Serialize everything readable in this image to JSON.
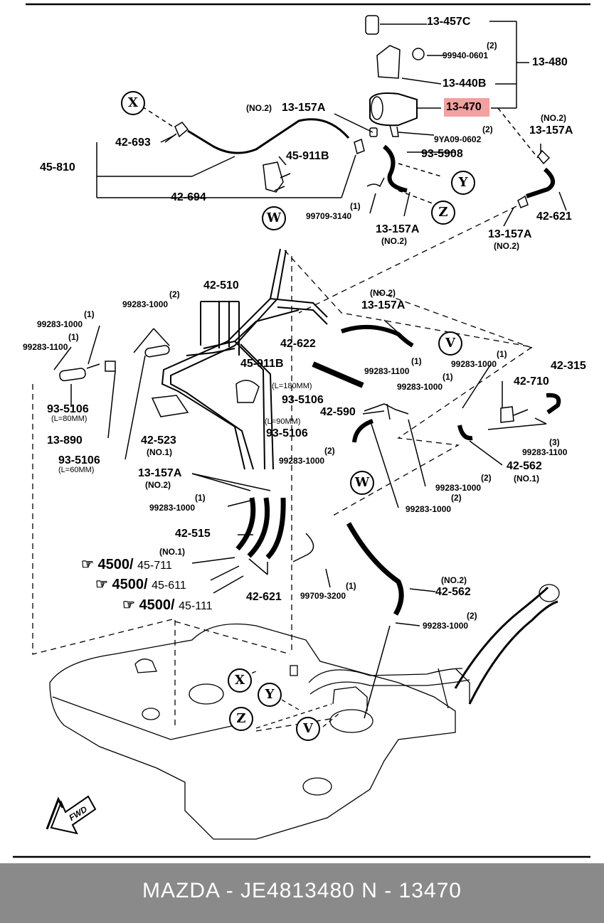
{
  "labels": {
    "p13457c": "13-457C",
    "q99940": "(2)",
    "p99940": "99940-0601",
    "p13480": "13-480",
    "p13440b": "13-440B",
    "p13470": "13-470",
    "no2a": "(NO.2)",
    "p13157a_a": "13-157A",
    "q9ya": "(2)",
    "p9ya": "9YA09-0602",
    "no2b": "(NO.2)",
    "p13157a_b": "13-157A",
    "p42693": "42-693",
    "p45810": "45-810",
    "p45911b_a": "45-911B",
    "p935908": "93-5908",
    "p42694": "42-694",
    "q99709a": "(1)",
    "p99709a": "99709-3140",
    "p13157a_c": "13-157A",
    "no2c": "(NO.2)",
    "p42621_a": "42-621",
    "p13157a_d": "13-157A",
    "no2d": "(NO.2)",
    "p42510": "42-510",
    "q99283a": "(2)",
    "p99283a": "99283-1000",
    "q99283b": "(1)",
    "p99283b": "99283-1000",
    "q99283c": "(1)",
    "p99283c": "99283-1100",
    "no2e": "(NO.2)",
    "p13157a_e": "13-157A",
    "p42622": "42-622",
    "p99283d": "99283-1100",
    "q99283d": "(1)",
    "p45911b_b": "45-911B",
    "len180": "(L=180MM)",
    "p935106_a": "93-5106",
    "q99283e": "(1)",
    "p99283e": "99283-1000",
    "q99283f": "(1)",
    "p99283f": "99283-1000",
    "p42315": "42-315",
    "p42710": "42-710",
    "p935106_b": "93-5106",
    "len80": "(L=80MM)",
    "p42590": "42-590",
    "len90": "(L=90MM)",
    "p935106_c": "93-5106",
    "p13890": "13-890",
    "p42523": "42-523",
    "no1a": "(NO.1)",
    "q99283g": "(2)",
    "p99283g": "99283-1000",
    "q99283h": "(3)",
    "p99283h": "99283-1100",
    "p935106_d": "93-5106",
    "len60": "(L=60MM)",
    "p42562_a": "42-562",
    "q42562": "(2)",
    "no1b": "(NO.1)",
    "p13157a_f": "13-157A",
    "no2f": "(NO.2)",
    "p99283i": "99283-1000",
    "q99283i": "(2)",
    "q99283j": "(1)",
    "p99283j": "99283-1000",
    "p99283k": "99283-1000",
    "p42515": "42-515",
    "no1c": "(NO.1)",
    "q99709b": "(1)",
    "p99709b": "99709-3200",
    "p42621_b": "42-621",
    "no2g": "(NO.2)",
    "p42562_b": "42-562",
    "q99283l": "(2)",
    "p99283l": "99283-1000"
  },
  "refs": [
    {
      "num": "4500",
      "sub": "45-711"
    },
    {
      "num": "4500",
      "sub": "45-611"
    },
    {
      "num": "4500",
      "sub": "45-111"
    }
  ],
  "circles": {
    "x1": "X",
    "y1": "Y",
    "z1": "Z",
    "w1": "W",
    "v1": "V",
    "w2": "W",
    "x2": "X",
    "y2": "Y",
    "z2": "Z",
    "v2": "V"
  },
  "fwd": "FWD",
  "footer": {
    "text": "MAZDA - JE4813480      N - 13470"
  },
  "colors": {
    "highlight": "#f2a0a0",
    "footer_bg": "#8a8a8a",
    "footer_text": "#ffffff"
  }
}
